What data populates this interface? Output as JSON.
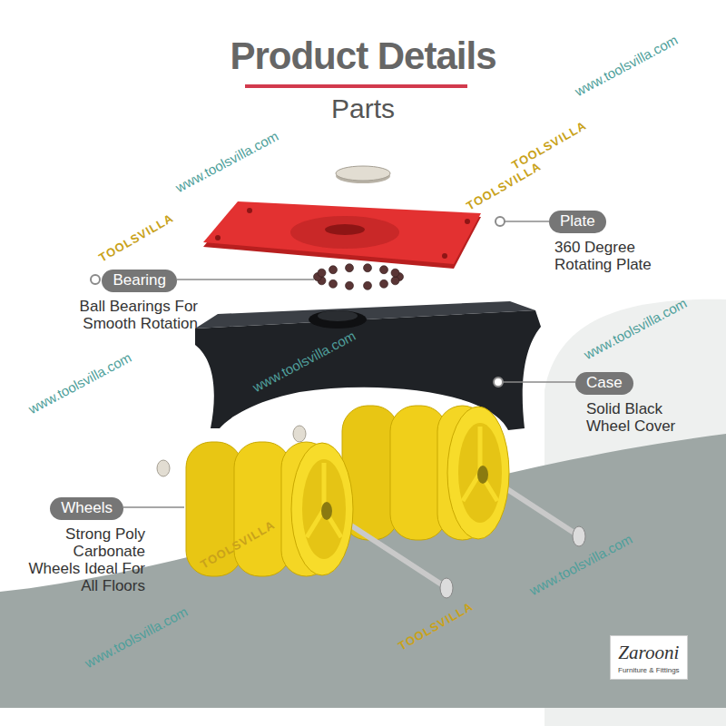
{
  "diagram": {
    "title": "Product Details",
    "nodes": [
      {
        "text": [
          "Plate",
          "360 Degree Rotating Plate"
        ]
      },
      {
        "text": [
          "Bearing",
          "Ball Bearings For Smooth Rotation"
        ]
      },
      {
        "text": [
          "Case",
          "Solid Black Wheel Cover"
        ]
      },
      {
        "text": [
          "Wheels",
          "Strong Poly Carbonate Wheels Ideal For All Floors"
        ]
      },
      {
        "text": [
          "Zarooni",
          "Furniture & Fittings"
        ]
      }
    ],
    "labels": [
      "Parts",
      "www.toolsvilla.com",
      "www.toolsvilla.com",
      "www.toolsvilla.com",
      "www.toolsvilla.com",
      "www.toolsvilla.com",
      "www.toolsvilla.com",
      "www.toolsvilla.com",
      "TOOLSVILLA",
      "TOOLSVILLA",
      "TOOLSVILLA",
      "TOOLSVILLA",
      "TOOLSVILLA"
    ]
  }
}
